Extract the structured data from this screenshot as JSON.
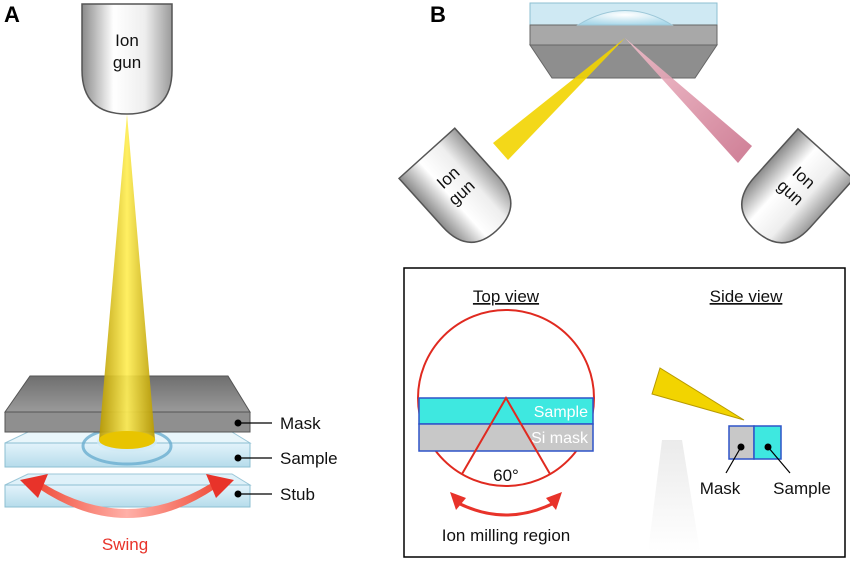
{
  "panels": {
    "a": {
      "letter": "A"
    },
    "b": {
      "letter": "B"
    }
  },
  "panel_a": {
    "ion_gun": {
      "line1": "Ion",
      "line2": "gun"
    },
    "labels": {
      "mask": "Mask",
      "sample": "Sample",
      "stub": "Stub"
    },
    "swing_label": "Swing"
  },
  "panel_b": {
    "left_gun": {
      "line1": "Ion",
      "line2": "gun"
    },
    "right_gun": {
      "line1": "Ion",
      "line2": "gun"
    },
    "inset": {
      "top_view": {
        "title": "Top view",
        "sample_label": "Sample",
        "mask_label": "Si mask",
        "angle_label": "60°",
        "region_label": "Ion milling region"
      },
      "side_view": {
        "title": "Side view",
        "mask_label": "Mask",
        "sample_label": "Sample"
      }
    }
  },
  "colors": {
    "beam_yellow": "#f2d400",
    "beam_pink": "#d98aa0",
    "sample_cyan": "#3ee8e0",
    "mask_gray": "#8f8f8f",
    "swing_red": "#e8332a",
    "outline_blue": "#2f54c8",
    "circle_red": "#e02a20"
  }
}
